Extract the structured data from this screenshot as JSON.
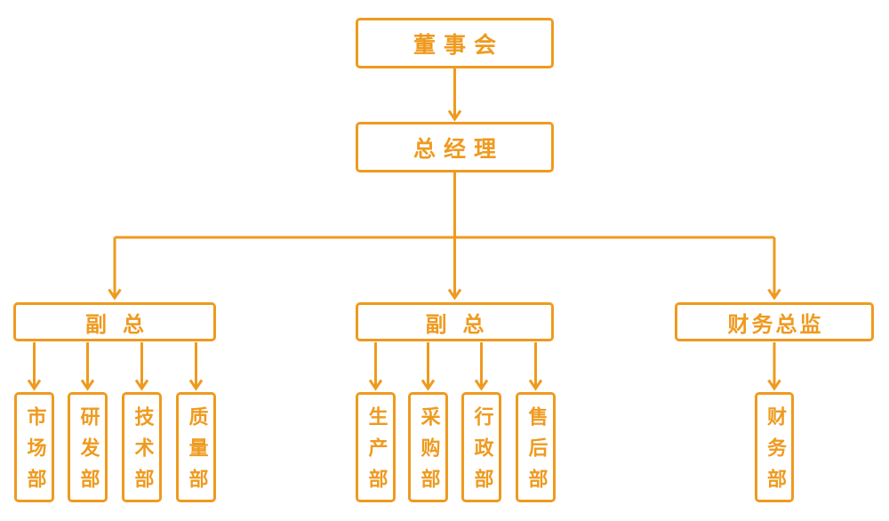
{
  "colors": {
    "accent": "#EF9A1F",
    "background": "#FFFFFF"
  },
  "org_chart": {
    "board": "董事会",
    "general_manager": "总经理",
    "branches": [
      {
        "head": "副总",
        "departments": [
          "市场部",
          "研发部",
          "技术部",
          "质量部"
        ]
      },
      {
        "head": "副总",
        "departments": [
          "生产部",
          "采购部",
          "行政部",
          "售后部"
        ]
      },
      {
        "head": "财务总监",
        "departments": [
          "财务部"
        ]
      }
    ]
  }
}
